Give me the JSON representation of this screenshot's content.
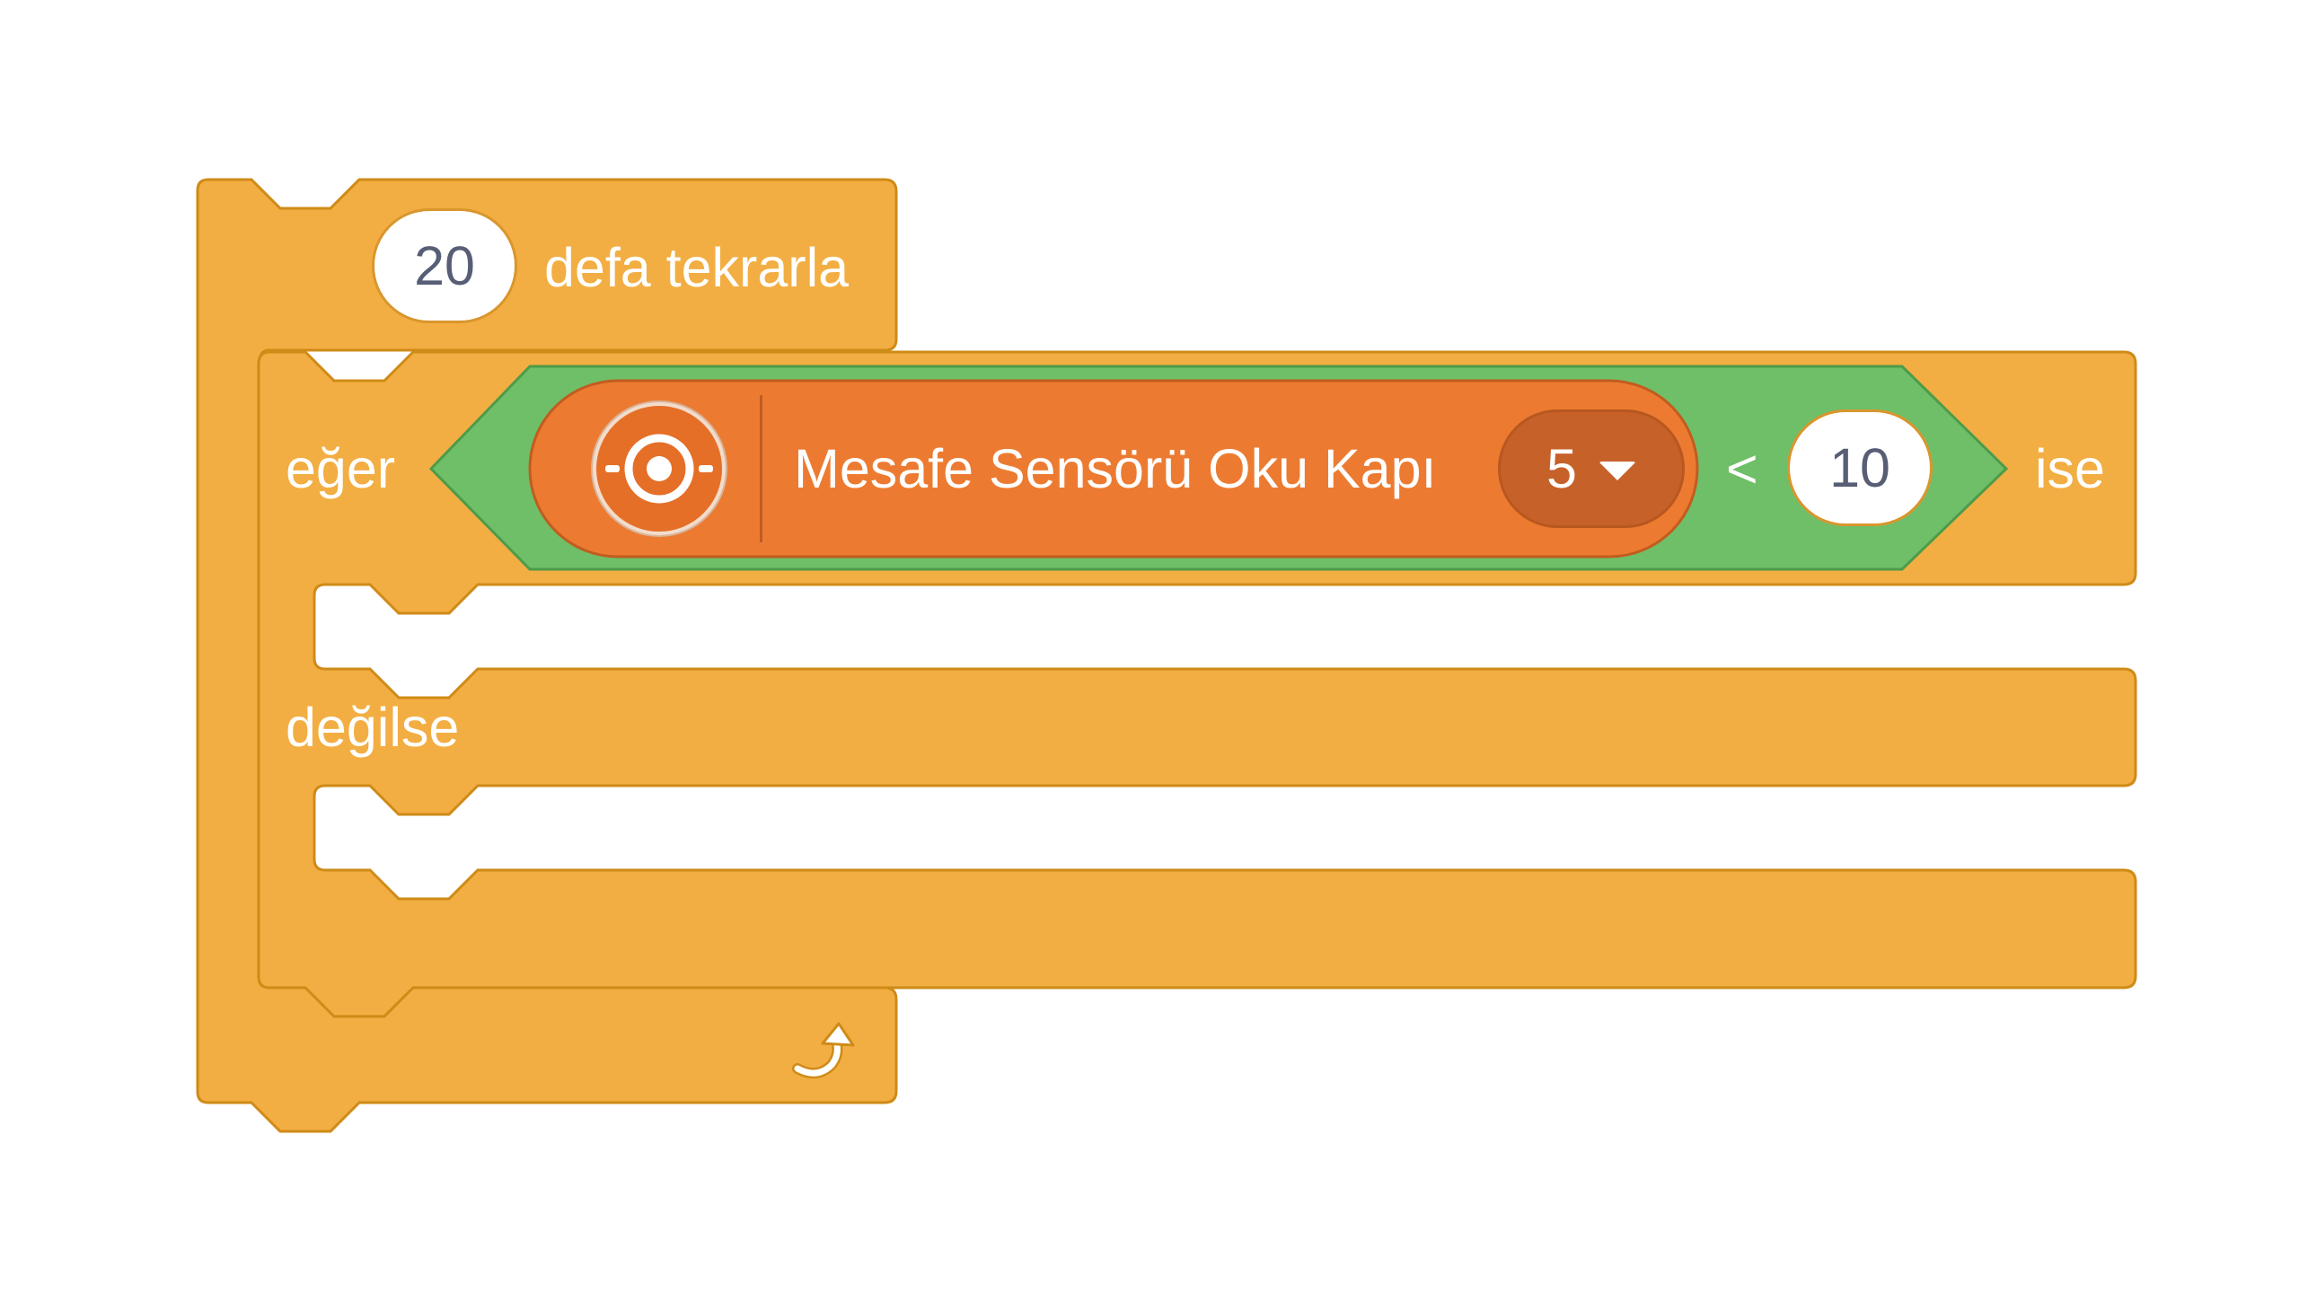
{
  "repeat_block": {
    "count": "20",
    "label": "defa tekrarla"
  },
  "if_block": {
    "if_label": "eğer",
    "then_label": "ise",
    "else_label": "değilse"
  },
  "sensor_block": {
    "label": "Mesafe Sensörü Oku Kapı",
    "port": "5",
    "icon": "distance-sensor-icon"
  },
  "comparison": {
    "operator": "<",
    "value": "10"
  },
  "colors": {
    "control": "#f2ae42",
    "control_border": "#cf8b17",
    "operator": "#6fbf68",
    "operator_border": "#4e9b4a",
    "sensor": "#ec7b31",
    "sensor_border": "#c25c1f",
    "dropdown": "#c6612a"
  }
}
